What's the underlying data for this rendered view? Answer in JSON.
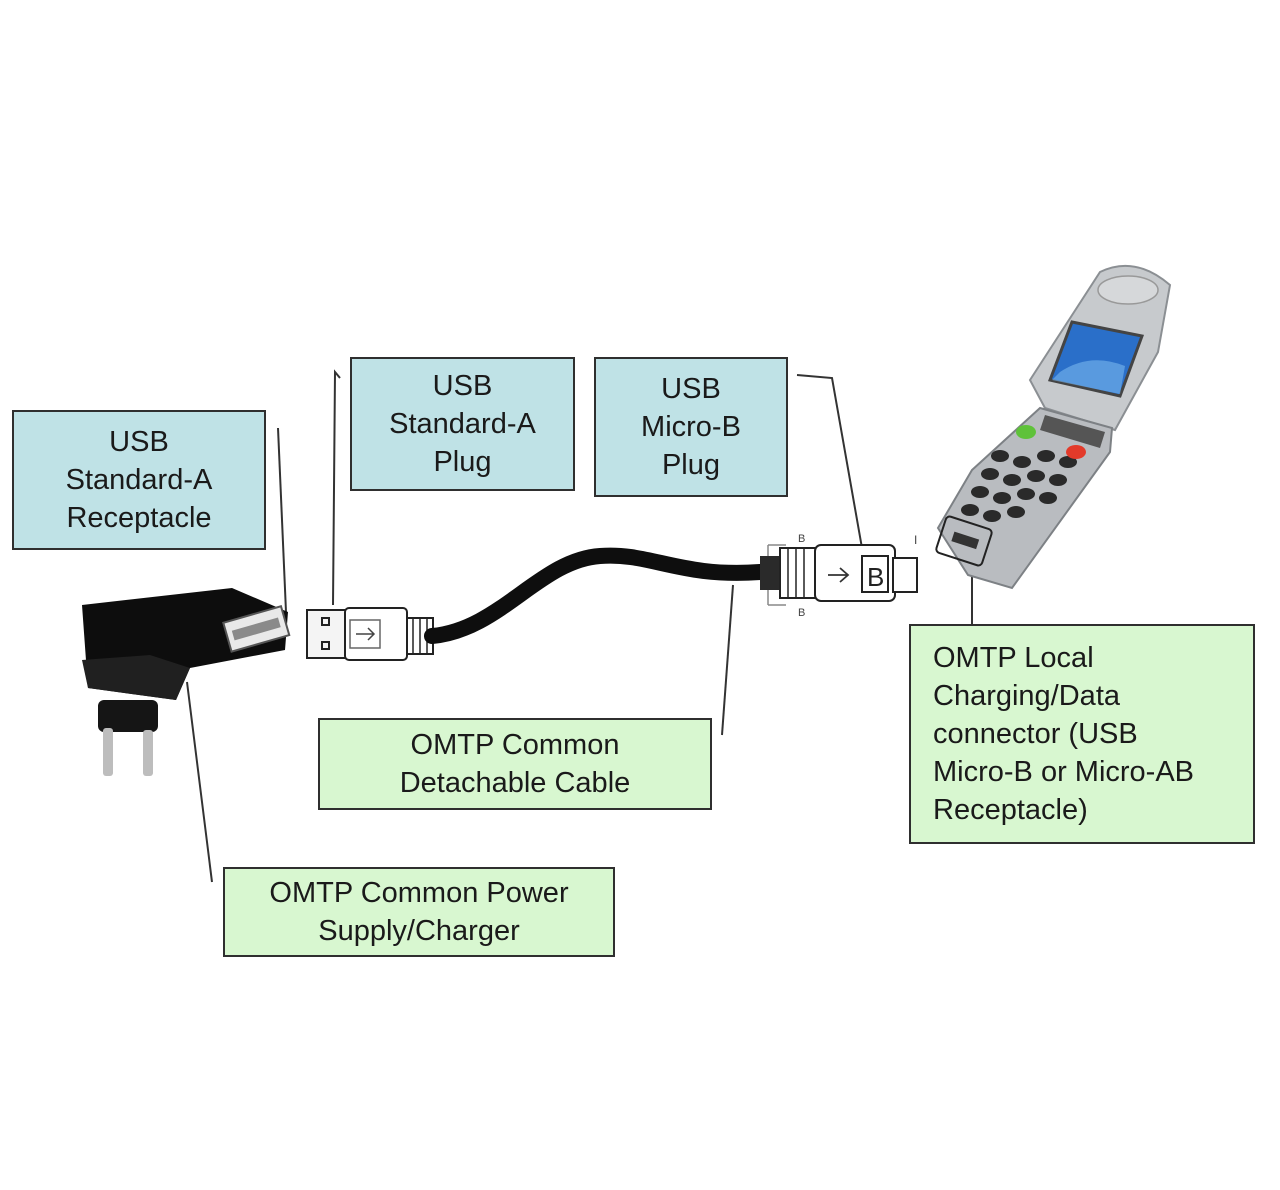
{
  "labels": {
    "receptacle": [
      "USB",
      "Standard-A",
      "Receptacle"
    ],
    "std_a_plug": [
      "USB",
      "Standard-A",
      "Plug"
    ],
    "micro_b_plug": [
      "USB",
      "Micro-B",
      "Plug"
    ],
    "cable": [
      "OMTP Common",
      "Detachable Cable"
    ],
    "charger": [
      "OMTP Common Power",
      "Supply/Charger"
    ],
    "local_connector": [
      "OMTP Local",
      "Charging/Data",
      "connector (USB",
      "Micro-B or Micro-AB",
      "Receptacle)"
    ]
  },
  "plug_marks": {
    "micro_b_letter": "B",
    "micro_b_dim_top": "B",
    "micro_b_dim_bottom": "B",
    "micro_b_dim_right": "I"
  },
  "colors": {
    "label_blue": "#bfe2e6",
    "label_green": "#d8f7d0",
    "cable": "#111111",
    "phone_body": "#b9bcc0",
    "phone_screen": "#2a6fc9",
    "key_green": "#5fc23a",
    "key_red": "#e33a2a"
  }
}
